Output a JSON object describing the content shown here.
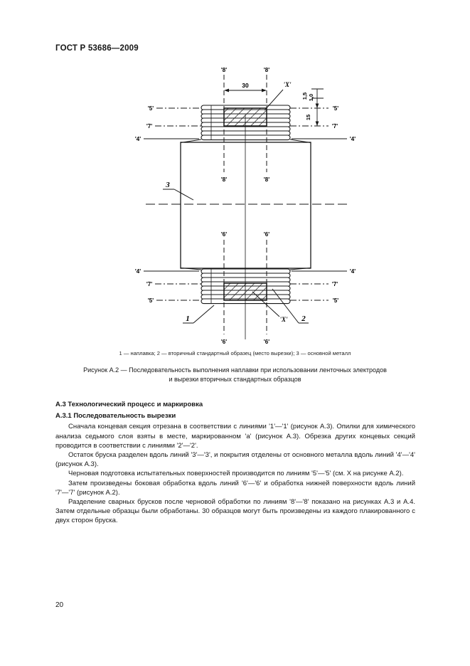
{
  "page": {
    "standard_code": "ГОСТ Р 53686—2009",
    "page_number": "20"
  },
  "figure": {
    "legend": "1 — наплавка; 2 — вторичный стандартный образец (место вырезки); 3 — основной металл",
    "caption_line1": "Рисунок  А.2 — Последовательность выполнения наплавки при использовании ленточных электродов",
    "caption_line2": "и вырезки вторичных стандартных образцов",
    "labels": {
      "line4": "'4'",
      "line5": "'5'",
      "line6": "'6'",
      "line7": "'7'",
      "line8": "'8'",
      "x_mark": "'X'",
      "pos1": "1",
      "pos2": "2",
      "pos3": "3"
    },
    "dims": {
      "specimen_width": "30",
      "specimen_thickness": "15",
      "allowance_as_welded": "1,5",
      "allowance_machined": "1,0"
    }
  },
  "content": {
    "heading_a3": "А.3 Технологический процесс и маркировка",
    "heading_a31": "А.3.1 Последовательность вырезки",
    "p1": "Сначала концевая секция отрезана в соответствии с линиями '1'—'1' (рисунок А.3). Опилки для химического анализа седьмого слоя взяты в месте, маркированном 'а' (рисунок А.3). Обрезка других концевых секций проводится в соответствии с линиями '2'—'2'.",
    "p2": "Остаток бруска разделен вдоль линий '3'—'3', и покрытия отделены от основного металла вдоль линий '4'—'4' (рисунок А.3).",
    "p3": "Черновая подготовка испытательных поверхностей производится по линиям '5'—'5' (см. X на рисунке А.2).",
    "p4": "Затем произведены боковая обработка вдоль линий '6'—'6' и обработка нижней поверхности вдоль линий '7'—'7' (рисунок А.2).",
    "p5": "Разделение сварных брусков после черновой обработки по линиям '8'—'8' показано на рисунках А.3 и А.4. Затем отдельные образцы были обработаны. 30 образцов могут быть произведены из каждого плакированного с двух сторон бруска."
  }
}
